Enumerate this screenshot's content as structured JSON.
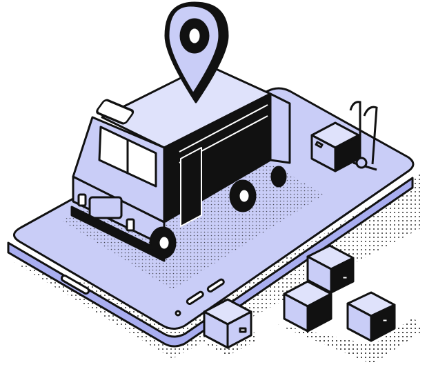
{
  "palette": {
    "ink": "#111111",
    "lavender": "#c9cdf7",
    "lavender_light": "#dfe2fb",
    "lavender_dark": "#a9aef0",
    "white": "#ffffff"
  },
  "icons": {
    "pin": "map-pin-icon",
    "van": "delivery-van",
    "trolley": "hand-truck",
    "box": "parcel-box",
    "phone": "smartphone"
  }
}
